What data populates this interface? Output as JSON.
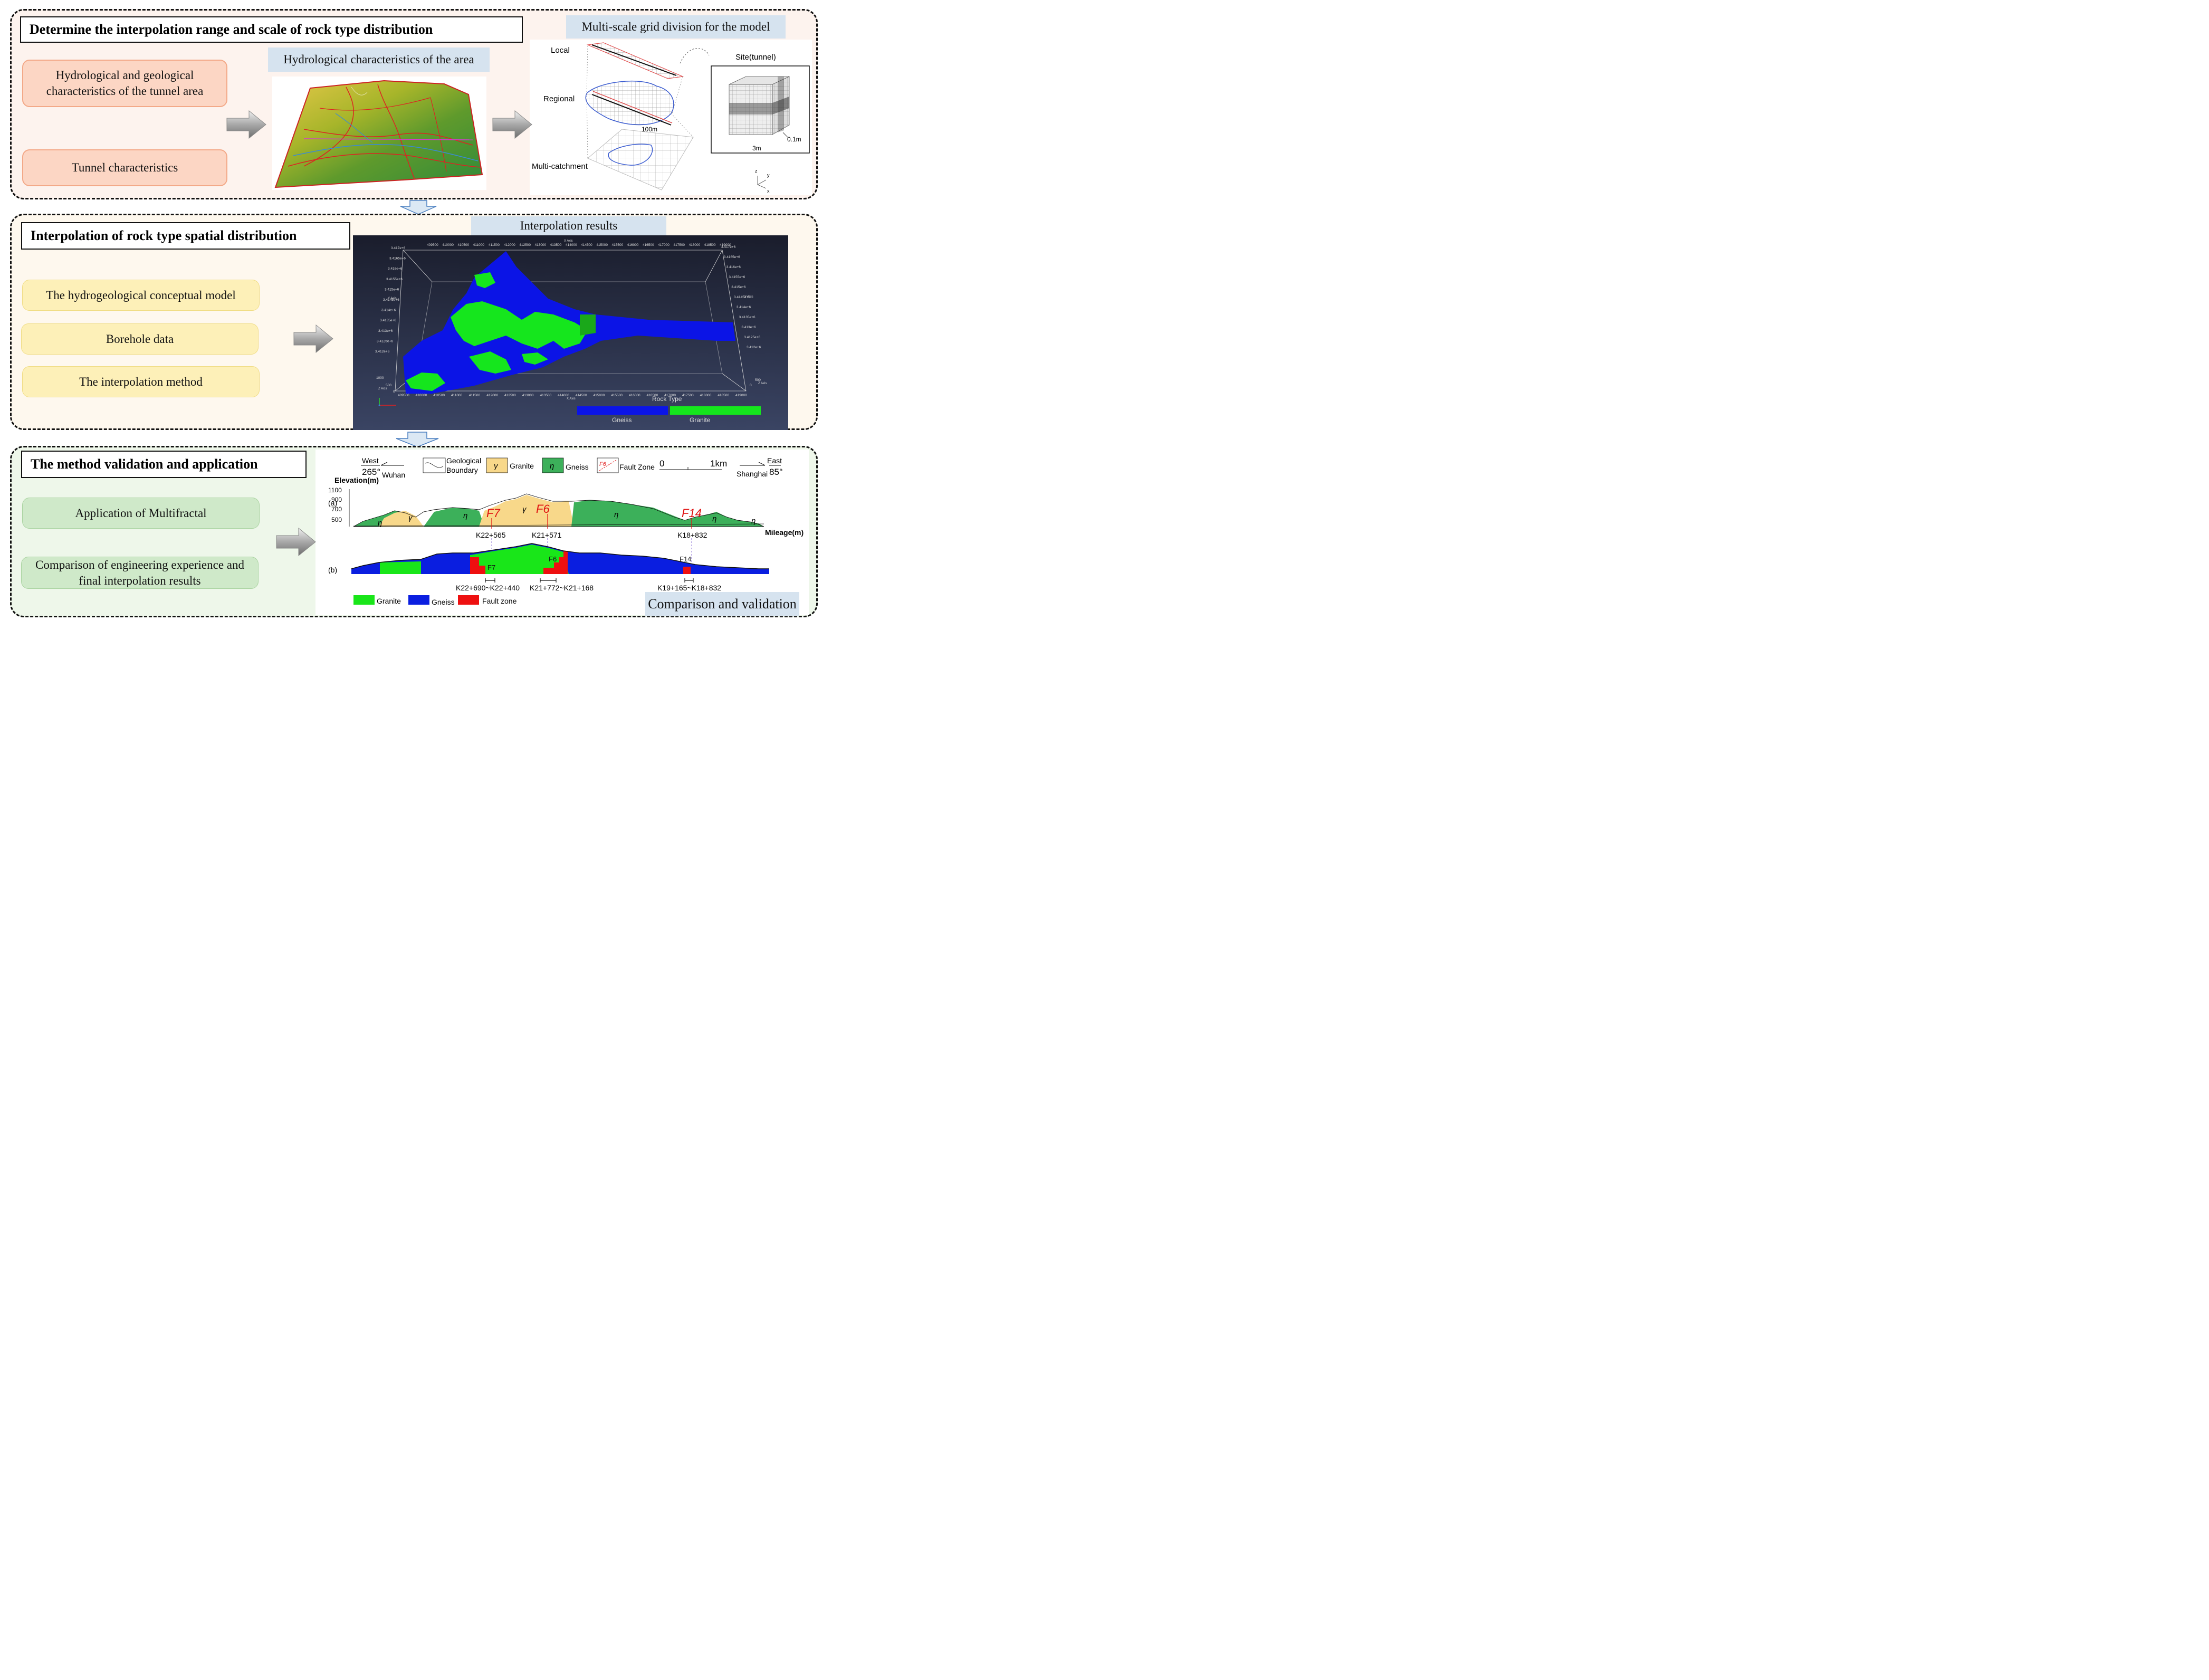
{
  "section1": {
    "title": "Determine the interpolation range and scale of rock type distribution",
    "items": [
      "Hydrological and geological characteristics of the tunnel area",
      "Tunnel characteristics"
    ],
    "hydro_label": "Hydrological characteristics of  the area",
    "grid_label": "Multi-scale grid division for the model",
    "grid": {
      "local": "Local",
      "regional": "Regional",
      "multi": "Multi-catchment",
      "site": "Site(tunnel)",
      "scale_100m": "100m",
      "scale_01m": "0.1m",
      "scale_3m": "3m",
      "axis_z": "z",
      "axis_y": "y",
      "axis_x": "x"
    }
  },
  "section2": {
    "title": "Interpolation of rock type spatial distribution",
    "items": [
      "The hydrogeological conceptual model",
      "Borehole data",
      "The interpolation method"
    ],
    "result_label": "Interpolation results",
    "viz": {
      "x_axis": "X Axis",
      "y_axis": "Y Axis",
      "z_axis": "Z Axis",
      "x_ticks": [
        "409500",
        "410000",
        "410500",
        "411000",
        "411500",
        "412000",
        "412500",
        "413000",
        "413500",
        "414000",
        "414500",
        "415000",
        "415500",
        "416000",
        "416500",
        "417000",
        "417500",
        "418000",
        "418500",
        "419000"
      ],
      "y_ticks_left": [
        "3.417e+6",
        "3.4165e+6",
        "3.416e+6",
        "3.4155e+6",
        "3.415e+6",
        "3.4145e+6",
        "3.414e+6",
        "3.4135e+6",
        "3.413e+6",
        "3.4125e+6",
        "3.412e+6"
      ],
      "z_ticks": [
        "1000",
        "500",
        "0"
      ],
      "legend_title": "Rock Type",
      "legend": [
        {
          "name": "Gneiss",
          "color": "#0b14e6"
        },
        {
          "name": "Granite",
          "color": "#15e61d"
        }
      ]
    }
  },
  "section3": {
    "title": "The method validation and application",
    "items": [
      "Application of Multifractal",
      "Comparison of engineering experience and final interpolation results"
    ],
    "compare_label": "Comparison and validation",
    "profile": {
      "west": "West",
      "west_deg": "265°",
      "wuhan": "Wuhan",
      "geo_boundary_1": "Geological",
      "geo_boundary_2": "Boundary",
      "granite_sym": "γ",
      "granite": "Granite",
      "gneiss_sym": "η",
      "gneiss": "Gneiss",
      "fault_sym": "F6",
      "fault_zone": "Fault Zone",
      "scale_0": "0",
      "scale_1km": "1km",
      "east": "East",
      "east_deg": "85°",
      "shanghai": "Shanghai",
      "elevation": "Elevation(m)",
      "elev_ticks": [
        "1100",
        "900",
        "700",
        "500"
      ],
      "a": "(a)",
      "b": "(b)",
      "mileage": "Mileage(m)",
      "faults": [
        "F7",
        "F6",
        "F14"
      ],
      "chainages": [
        "K22+565",
        "K21+571",
        "K18+832"
      ],
      "ranges": [
        "K22+690~K22+440",
        "K21+772~K21+168",
        "K19+165~K18+832"
      ],
      "legend_b": [
        "Granite",
        "Gneiss",
        "Fault zone"
      ],
      "colors": {
        "granite_a": "#f8d88a",
        "gneiss_a": "#3cb05a",
        "granite_b": "#19e619",
        "gneiss_b": "#0a1ee0",
        "fault": "#ee1010"
      }
    }
  }
}
